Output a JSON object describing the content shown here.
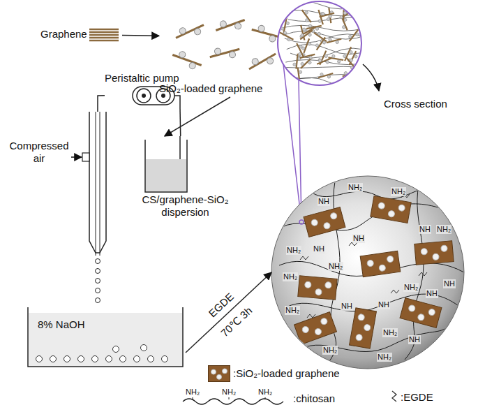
{
  "diagram": {
    "nodes": [
      {
        "text": [
          "Graphene"
        ]
      },
      {
        "text": [
          "SiO₂-loaded graphene"
        ]
      },
      {
        "text": [
          "Peristaltic pump"
        ]
      },
      {
        "text": [
          "Compressed air"
        ]
      },
      {
        "text": [
          "CS/graphene-SiO₂ dispersion"
        ]
      },
      {
        "text": [
          "8% NaOH"
        ]
      },
      {
        "text": [
          "NH₂",
          "NH",
          "NH₂",
          "NH",
          "NH₂",
          "NH",
          "NH₂",
          "NH",
          "NH₂",
          "NH₂",
          "NH₂",
          "NH",
          "NH",
          "NH",
          "NH",
          "NH₂",
          "NH₂",
          "NH",
          "NH₂",
          "NH₂"
        ]
      }
    ],
    "edges": [
      {
        "from": 0,
        "to": 1,
        "arrow": "to"
      },
      {
        "from": 1,
        "to": 4,
        "arrow": "to"
      },
      {
        "from": 4,
        "to": 2,
        "arrow": "none"
      },
      {
        "from": 2,
        "to": 3,
        "arrow": "none"
      },
      {
        "from": 5,
        "to": 6,
        "label": "EGDE",
        "arrow": "to"
      }
    ],
    "labels": [
      "Cross section",
      "70℃ 3h",
      "NH₂",
      "NH₂",
      "NH₂"
    ],
    "legend": [
      {
        "text": ":SiO₂-loaded graphene",
        "color": "#8b5a2b"
      },
      {
        "text": ":chitosan"
      },
      {
        "text": ":EGDE"
      }
    ]
  }
}
